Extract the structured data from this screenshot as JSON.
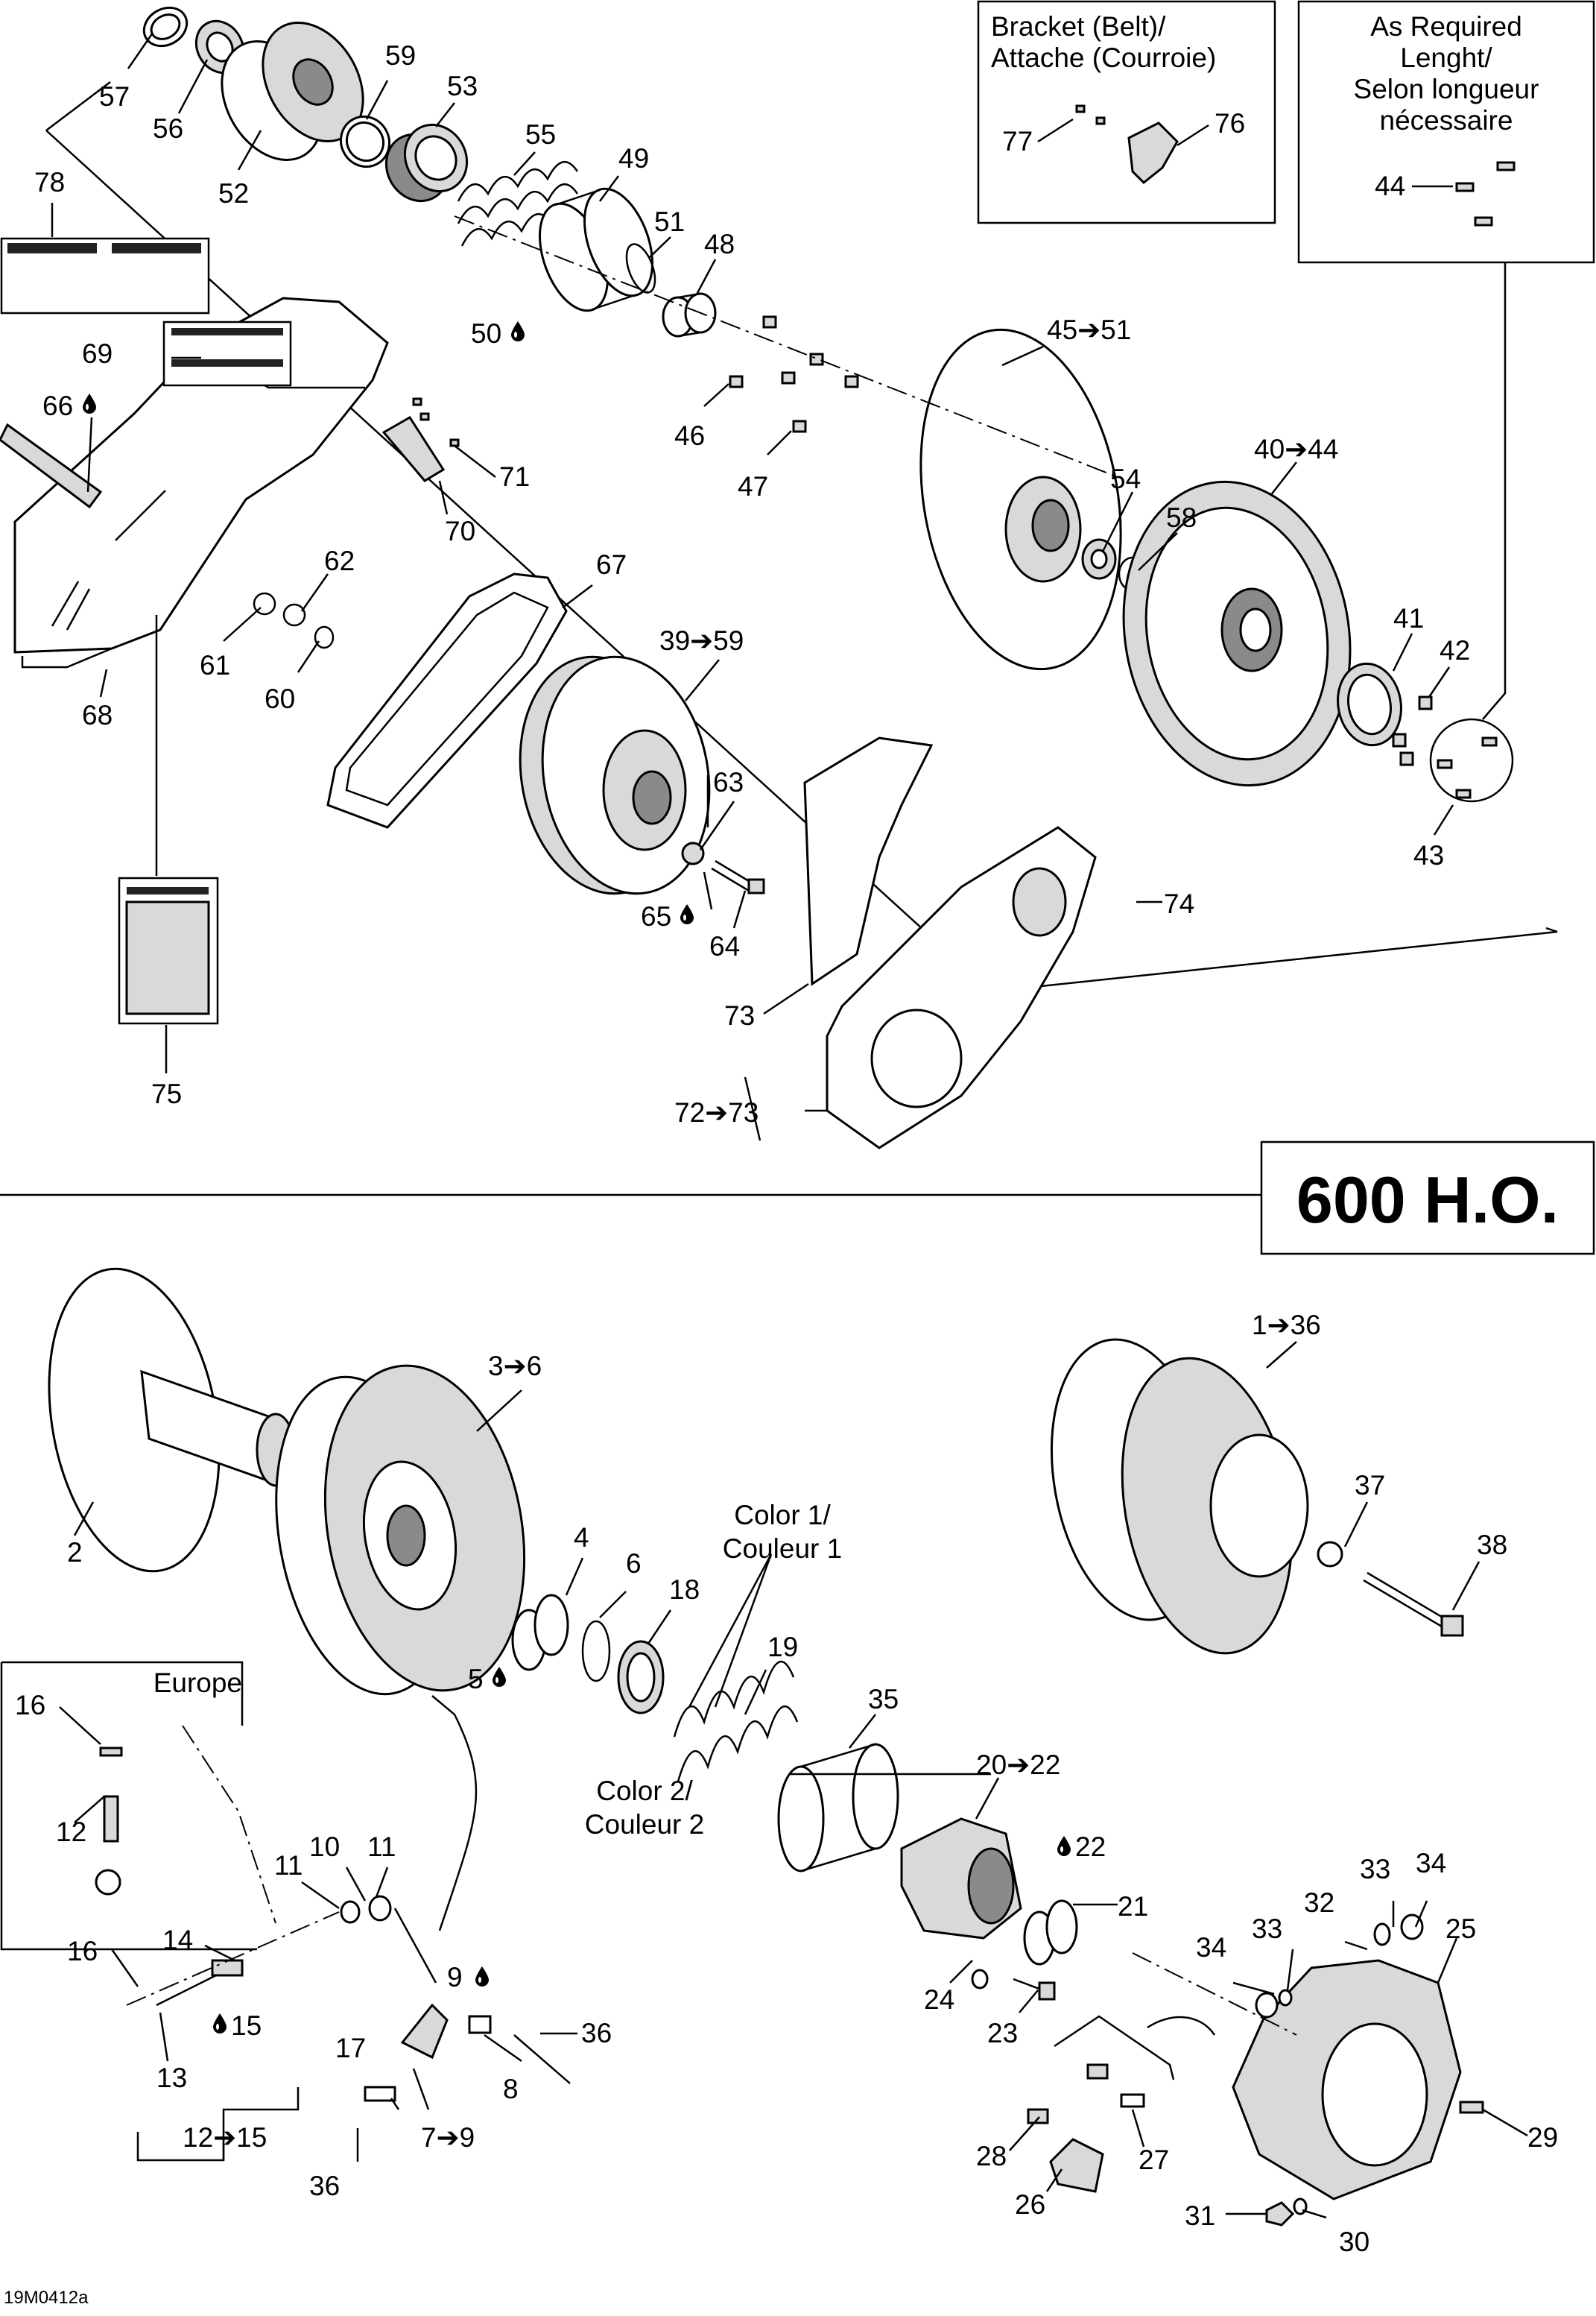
{
  "diagram_ref": "19M0412a",
  "model_badge": "600 H.O.",
  "boxes": {
    "bracket": [
      "Bracket (Belt)/",
      "Attache (Courroie)"
    ],
    "as_required": [
      "As Required",
      "Lenght/",
      "Selon longueur",
      "nécessaire"
    ],
    "europe": "Europe"
  },
  "color_notes": {
    "color1": [
      "Color 1/",
      "Couleur 1"
    ],
    "color2": [
      "Color 2/",
      "Couleur 2"
    ]
  },
  "callouts": {
    "c57": "57",
    "c56": "56",
    "c52": "52",
    "c59": "59",
    "c53": "53",
    "c55": "55",
    "c49": "49",
    "c51": "51",
    "c48": "48",
    "c50": "50",
    "c78": "78",
    "c69": "69",
    "c66": "66",
    "c71": "71",
    "c70": "70",
    "c62": "62",
    "c61": "61",
    "c60": "60",
    "c68": "68",
    "c67": "67",
    "c46": "46",
    "c47": "47",
    "c45_51": "45➔51",
    "c40_44": "40➔44",
    "c54": "54",
    "c58": "58",
    "c41": "41",
    "c42": "42",
    "c43": "43",
    "c39_59": "39➔59",
    "c63": "63",
    "c65": "65",
    "c64": "64",
    "c73": "73",
    "c74": "74",
    "c72_73": "72➔73",
    "c75": "75",
    "c77": "77",
    "c76": "76",
    "c44": "44",
    "c2": "2",
    "c3_6": "3➔6",
    "c4": "4",
    "c6": "6",
    "c18": "18",
    "c5": "5",
    "c19": "19",
    "c35": "35",
    "c20_22": "20➔22",
    "c22": "22",
    "c21": "21",
    "c24": "24",
    "c23": "23",
    "c1_36": "1➔36",
    "c37": "37",
    "c38": "38",
    "c16a": "16",
    "c12a": "12",
    "c11a": "11",
    "c10": "10",
    "c11b": "11",
    "c16b": "16",
    "c14": "14",
    "c15": "15",
    "c13": "13",
    "c12_15": "12➔15",
    "c9": "9",
    "c36a": "36",
    "c17": "17",
    "c8": "8",
    "c7_9": "7➔9",
    "c36b": "36",
    "c33a": "33",
    "c34a": "34",
    "c32": "32",
    "c33b": "33",
    "c34b": "34",
    "c25": "25",
    "c29": "29",
    "c28": "28",
    "c27": "27",
    "c26": "26",
    "c31": "31",
    "c30": "30"
  },
  "icons": {
    "lubricant": "oil-drop-icon",
    "arrow": "right-arrow-icon"
  }
}
